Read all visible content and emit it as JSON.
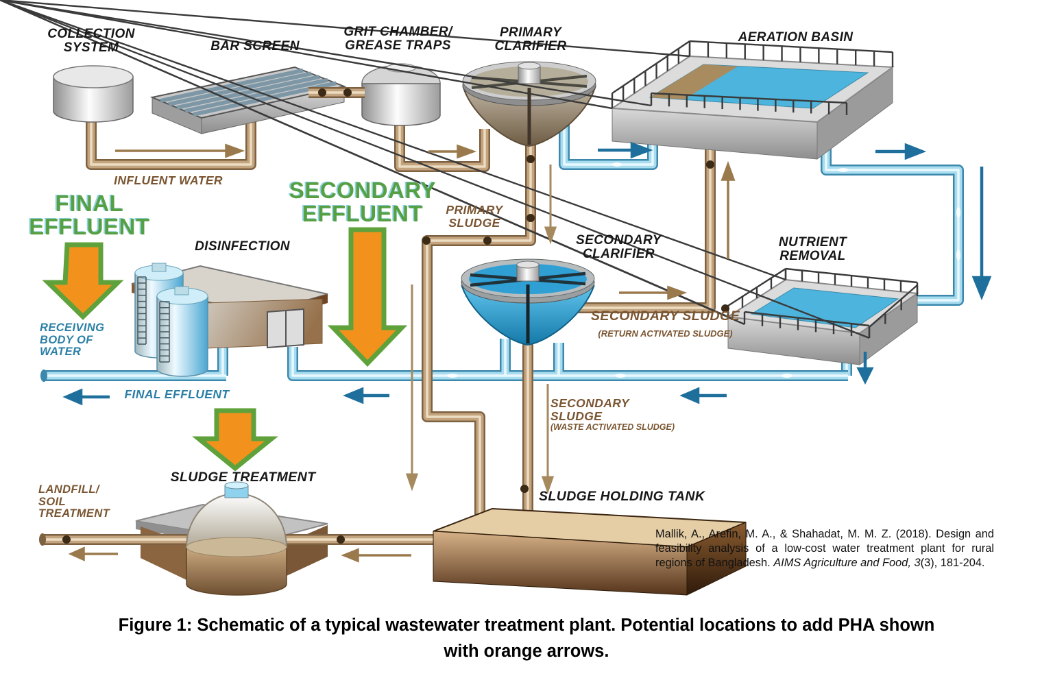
{
  "labels": {
    "collection_system": "COLLECTION\nSYSTEM",
    "bar_screen": "BAR SCREEN",
    "grit_chamber": "GRIT CHAMBER/\nGREASE TRAPS",
    "primary_clarifier": "PRIMARY\nCLARIFIER",
    "aeration_basin": "AERATION BASIN",
    "influent_water": "INFLUENT WATER",
    "final_effluent_callout": "FINAL\nEFFLUENT",
    "secondary_effluent_callout": "SECONDARY\nEFFLUENT",
    "disinfection": "DISINFECTION",
    "primary_sludge": "PRIMARY\nSLUDGE",
    "secondary_clarifier": "SECONDARY\nCLARIFIER",
    "nutrient_removal": "NUTRIENT\nREMOVAL",
    "receiving_body_of_water": "RECEIVING\nBODY OF\nWATER",
    "secondary_sludge_ras": "SECONDARY SLUDGE",
    "secondary_sludge_ras_sub": "(RETURN ACTIVATED SLUDGE)",
    "final_effluent_pipe": "FINAL EFFLUENT",
    "secondary_sludge_was": "SECONDARY\nSLUDGE",
    "secondary_sludge_was_sub": "(WASTE ACTIVATED SLUDGE)",
    "sludge_holding_tank": "SLUDGE HOLDING TANK",
    "landfill_soil_treatment": "LANDFILL/\nSOIL\nTREATMENT",
    "sludge_treatment": "SLUDGE TREATMENT"
  },
  "citation": {
    "text_plain": "Mallik, A., Arefin, M. A., & Shahadat, M. M. Z. (2018). Design and feasibility analysis of a low-cost water treatment plant for rural regions of Bangladesh. ",
    "text_italic": "AIMS Agriculture and Food, 3",
    "text_tail": "(3), 181-204."
  },
  "caption": "Figure 1: Schematic of a typical wastewater treatment plant. Potential locations to add PHA shown\nwith orange arrows.",
  "colors": {
    "pha_arrow_fill": "#F2921D",
    "pha_arrow_outline": "#5FA23B",
    "callout_green": "#56A043",
    "label_blue": "#2B7FA6",
    "label_brown": "#7A5531",
    "pipe_brown": "#C3A47E",
    "pipe_blue": "#A8DCEF"
  }
}
